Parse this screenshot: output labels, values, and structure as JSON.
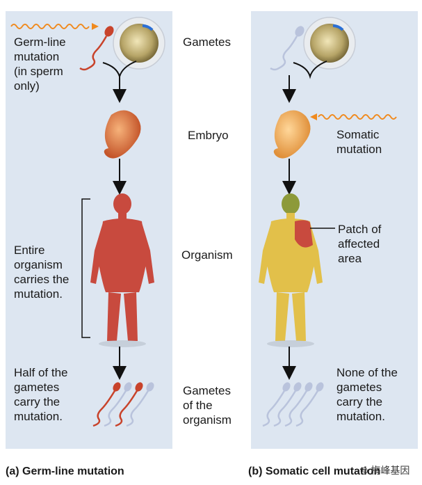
{
  "center_labels": {
    "gametes": "Gametes",
    "embryo": "Embryo",
    "organism": "Organism",
    "gametes_of_organism": "Gametes\nof the\norganism"
  },
  "panel_a": {
    "caption": "(a) Germ-line mutation",
    "mutation_label": "Germ-line\nmutation\n(in sperm\nonly)",
    "organism_note": "Entire\norganism\ncarries the\nmutation.",
    "gametes_note": "Half of the\ngametes\ncarry the\nmutation."
  },
  "panel_b": {
    "caption": "(b) Somatic cell mutation",
    "mutation_label": "Somatic\nmutation",
    "patch_label": "Patch of\naffected\narea",
    "gametes_note": "None of the\ngametes\ncarry the\nmutation."
  },
  "watermark": "梅峰基因",
  "colors": {
    "panel_bg": "#dde6f1",
    "mutated": "#c8432b",
    "normal_sperm": "#b9c3dc",
    "somatic_body": "#e2c04a",
    "mutation_wave": "#f08a1e"
  }
}
